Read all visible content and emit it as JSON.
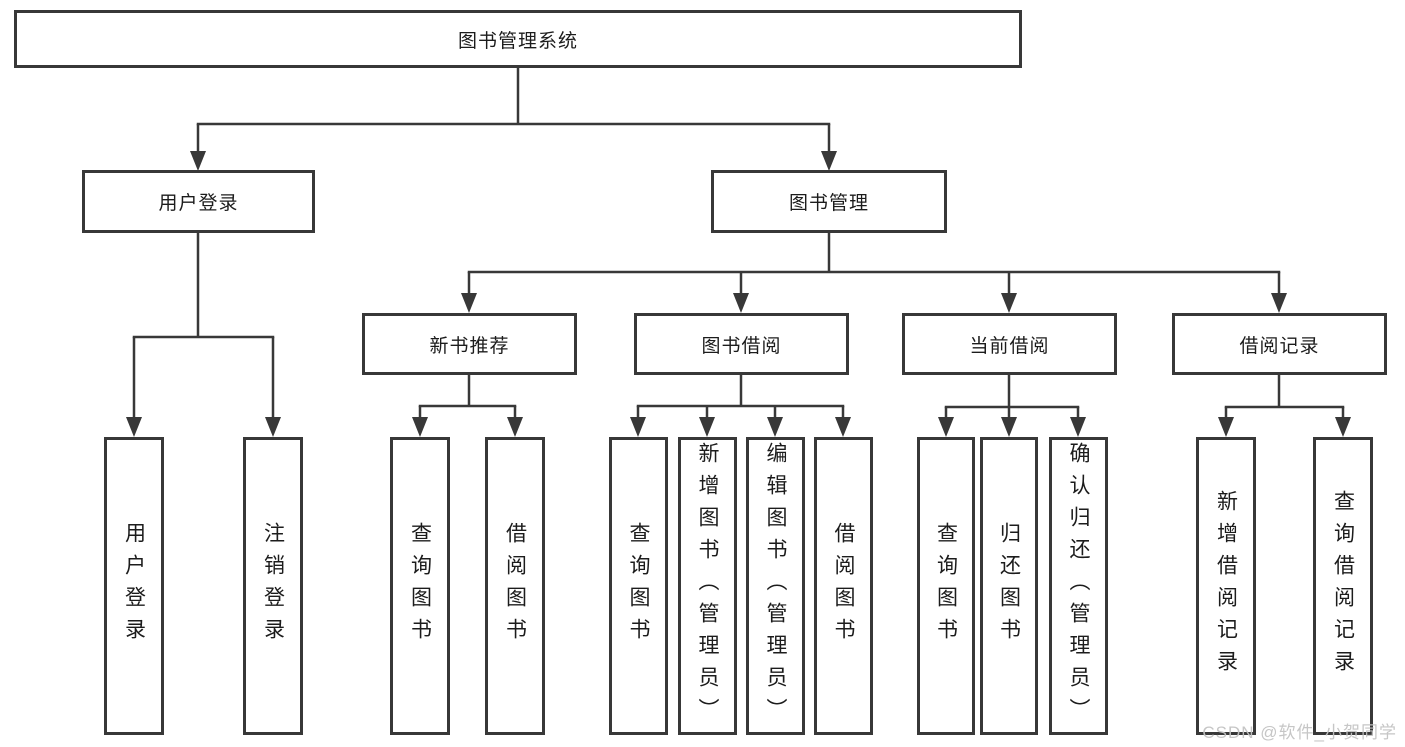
{
  "colors": {
    "background": "#ffffff",
    "line": "#383838",
    "box_border": "#383838",
    "text": "#1c1c1c",
    "watermark": "#c3c3c3"
  },
  "diagram": {
    "type": "hierarchy-tree",
    "root": {
      "label": "图书管理系统",
      "children": [
        {
          "label": "用户登录",
          "children": [
            {
              "label": "用户登录"
            },
            {
              "label": "注销登录"
            }
          ]
        },
        {
          "label": "图书管理",
          "children": [
            {
              "label": "新书推荐",
              "children": [
                {
                  "label": "查询图书"
                },
                {
                  "label": "借阅图书"
                }
              ]
            },
            {
              "label": "图书借阅",
              "children": [
                {
                  "label": "查询图书"
                },
                {
                  "label": "新增图书（管理员）"
                },
                {
                  "label": "编辑图书（管理员）"
                },
                {
                  "label": "借阅图书"
                }
              ]
            },
            {
              "label": "当前借阅",
              "children": [
                {
                  "label": "查询图书"
                },
                {
                  "label": "归还图书"
                },
                {
                  "label": "确认归还（管理员）"
                }
              ]
            },
            {
              "label": "借阅记录",
              "children": [
                {
                  "label": "新增借阅记录"
                },
                {
                  "label": "查询借阅记录"
                }
              ]
            }
          ]
        }
      ]
    }
  },
  "watermark": {
    "text": "CSDN @软件_小贺同学"
  }
}
